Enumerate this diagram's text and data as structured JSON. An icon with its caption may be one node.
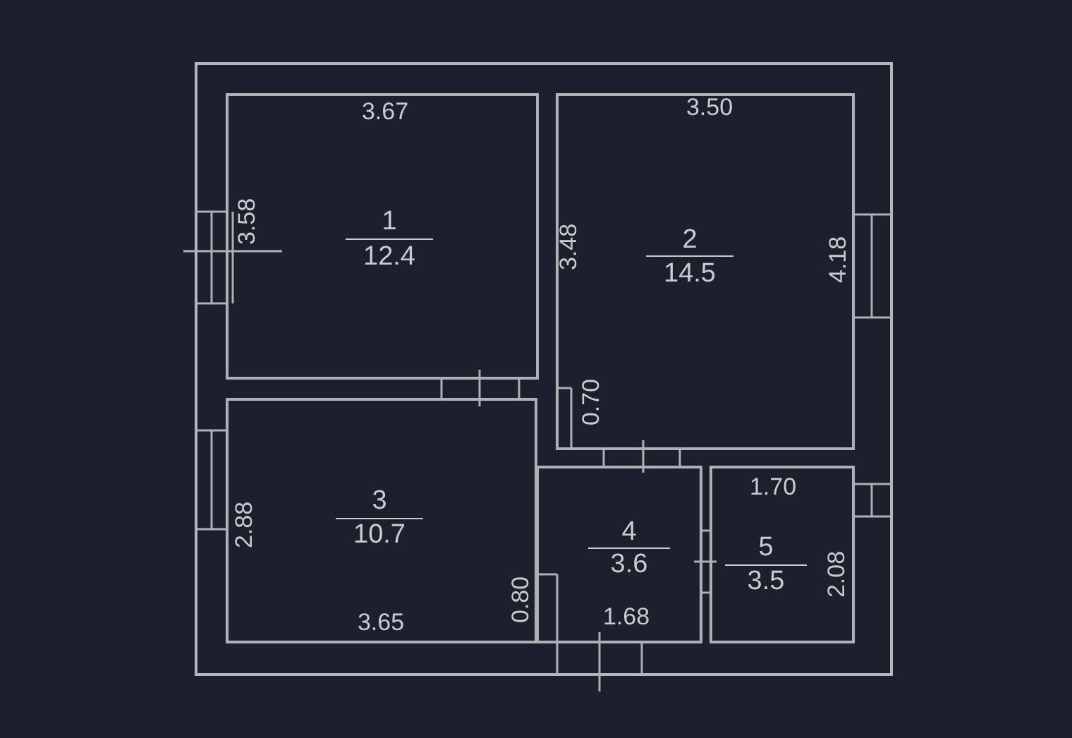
{
  "diagram": {
    "nodes": [
      {
        "text": [],
        "shape": "box"
      },
      {
        "text": [
          "3.67",
          "1",
          "3.58",
          "12.4"
        ],
        "in": 0
      },
      {
        "text": [
          "3.50",
          "2",
          "3.48",
          "4.18",
          "14.5",
          "0.70"
        ],
        "in": 0
      },
      {
        "text": [
          "3",
          "2.88",
          "10.7",
          "0.80",
          "3.65"
        ],
        "in": 0
      },
      {
        "text": [
          "4",
          "3.6",
          "1.68"
        ],
        "in": 0
      },
      {
        "text": [
          "1.70",
          "5",
          "3.5",
          "2.08"
        ],
        "in": 0
      }
    ],
    "edges": []
  }
}
